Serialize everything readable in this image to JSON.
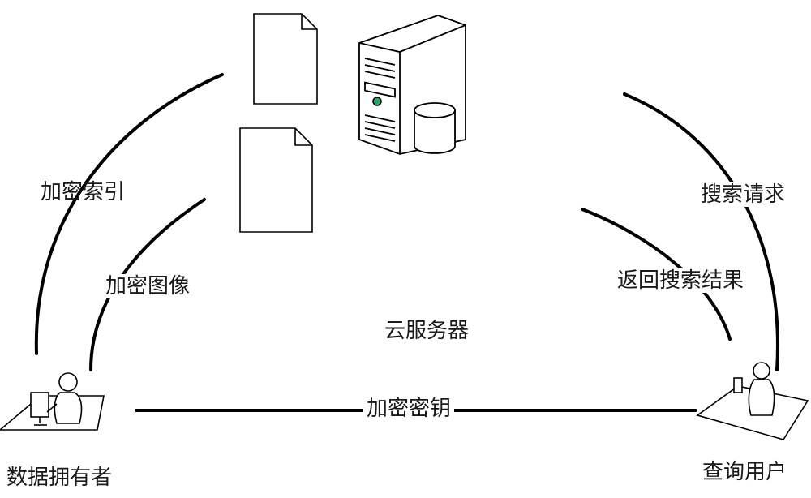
{
  "labels": {
    "encrypted_index": "加密索引",
    "encrypted_image": "加密图像",
    "cloud_server": "云服务器",
    "search_request": "搜索请求",
    "return_results": "返回搜索结果",
    "encryption_key": "加密密钥",
    "data_owner": "数据拥有者",
    "query_user": "查询用户"
  },
  "colors": {
    "stroke": "#000000",
    "server_face": "#ffffff",
    "led": "#2ea36b"
  },
  "icons": {
    "document_1": "document-icon",
    "document_2": "document-icon",
    "server": "server-icon",
    "database": "database-icon",
    "data_owner": "person-at-computer-icon",
    "query_user": "person-at-desk-icon"
  }
}
